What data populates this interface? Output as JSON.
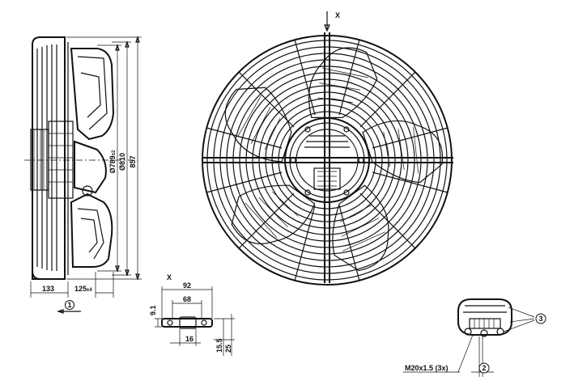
{
  "side_view": {
    "dim_depth_1": "133",
    "dim_depth_2": "125",
    "dim_depth_2_tol": "±4",
    "dim_diam_1": "Ø789",
    "dim_diam_1_tol": "±2",
    "dim_diam_2": "Ø810",
    "dim_diam_3": "857",
    "callout_1": "1"
  },
  "front_view": {
    "view_marker": "X"
  },
  "detail_x": {
    "label": "X",
    "dim_92": "92",
    "dim_68": "68",
    "dim_9_1": "9.1",
    "dim_16": "16",
    "dim_15_5": "15.5",
    "dim_25": "25"
  },
  "terminal_box": {
    "callout_3": "3",
    "callout_2": "2",
    "cable_gland": "M20x1.5 (3x)"
  }
}
